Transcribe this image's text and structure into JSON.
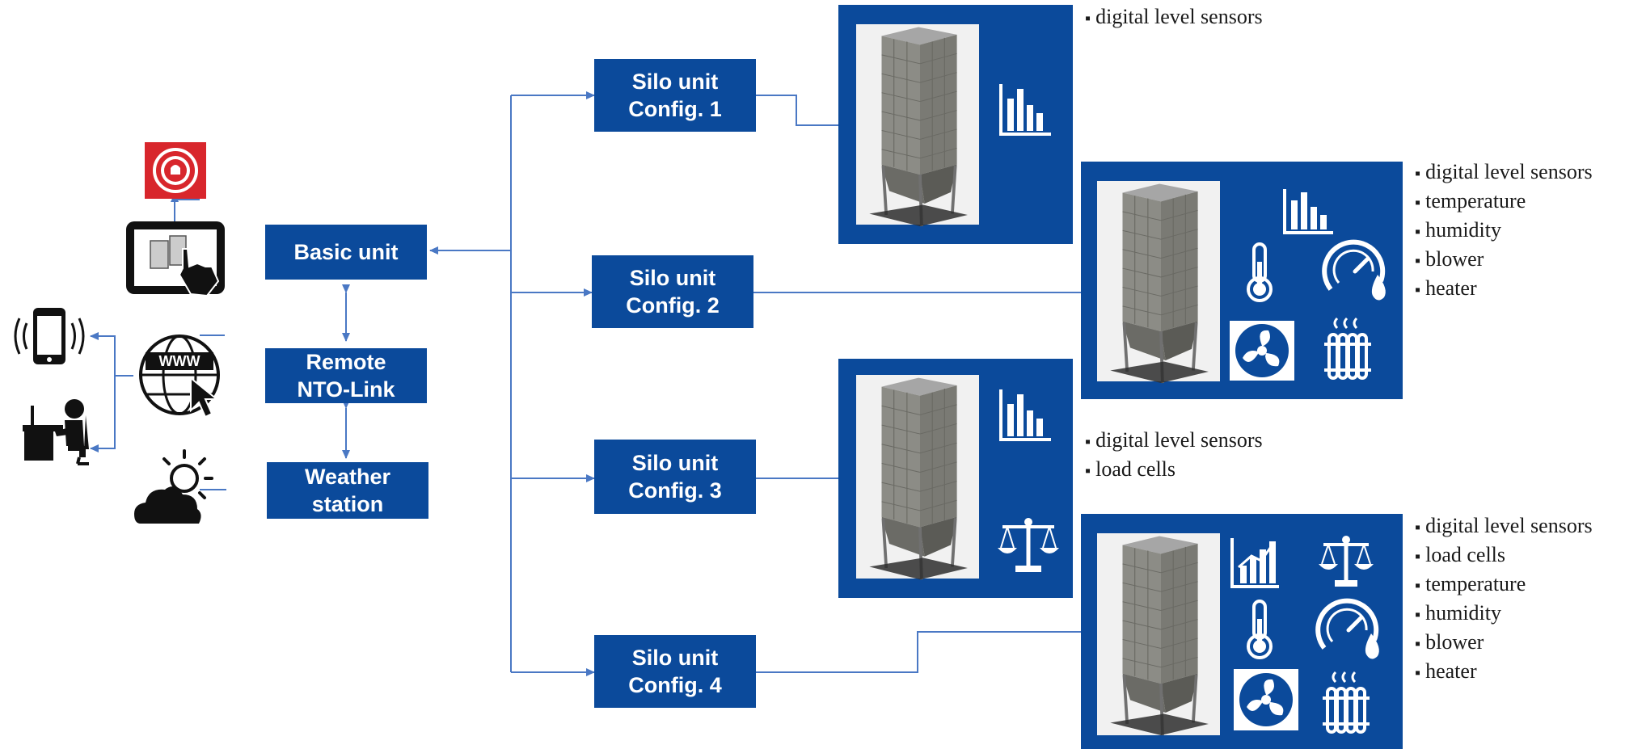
{
  "central": {
    "basic_unit": "Basic unit",
    "remote_link": "Remote\nNTO-Link",
    "weather_station": "Weather\nstation"
  },
  "silo_configs": [
    {
      "label": "Silo unit\nConfig. 1",
      "features": [
        "digital level sensors"
      ]
    },
    {
      "label": "Silo unit\nConfig. 2",
      "features": [
        "digital level sensors",
        "temperature",
        "humidity",
        "blower",
        "heater"
      ]
    },
    {
      "label": "Silo unit\nConfig. 3",
      "features": [
        "digital level sensors",
        "load cells"
      ]
    },
    {
      "label": "Silo unit\nConfig. 4",
      "features": [
        "digital level sensors",
        "load cells",
        "temperature",
        "humidity",
        "blower",
        "heater"
      ]
    }
  ],
  "icons": {
    "alarm": "alarm-icon",
    "tablet": "tablet-touch-icon",
    "phone": "smartphone-icon",
    "web": "www-globe-icon",
    "office": "office-worker-icon",
    "weather": "weather-cloud-sun-icon",
    "level": "bar-chart-icon",
    "temperature": "thermometer-icon",
    "humidity": "humidity-gauge-icon",
    "blower": "fan-icon",
    "heater": "radiator-icon",
    "load_cells": "scale-icon"
  },
  "colors": {
    "box_blue": "#0b4a9b",
    "connector": "#4a78c4",
    "alarm_red": "#d8262c"
  }
}
